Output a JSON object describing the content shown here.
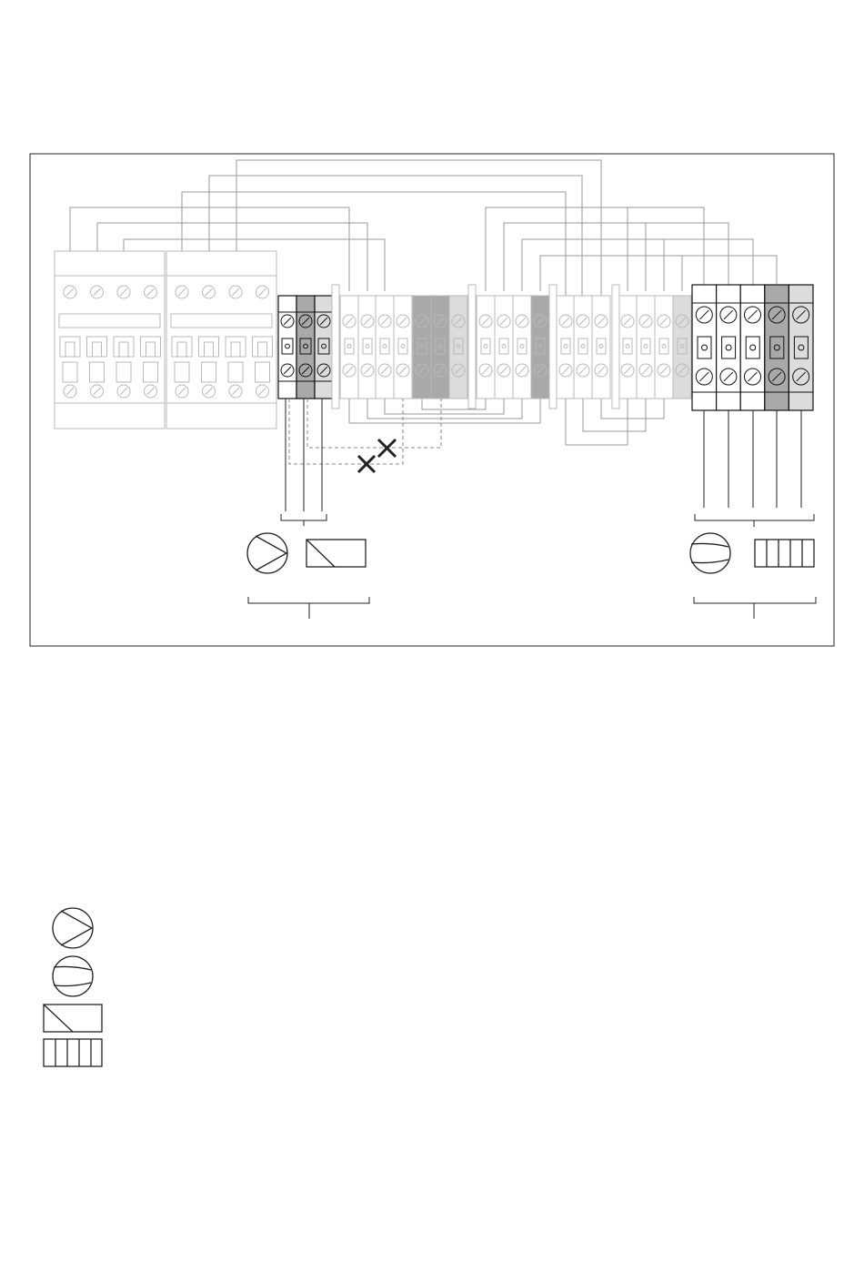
{
  "colors": {
    "frame": "#222222",
    "wire": "#9a9a9a",
    "terminal_grey_dark": "#a9a9a9",
    "terminal_grey_light": "#dcdcdc",
    "faint_outline": "#b9b9b9"
  },
  "components": {
    "contactors": {
      "count": 2,
      "poles_each": 4
    },
    "terminal_block_left": {
      "count": 3,
      "shades": [
        "white",
        "dark",
        "light"
      ]
    },
    "terminal_rail": {
      "count": 19
    },
    "terminal_block_right": {
      "count": 5,
      "shades": [
        "white",
        "white",
        "white",
        "dark",
        "light"
      ]
    }
  },
  "symbols": {
    "pump_a": "pump-icon",
    "pump_b": "pump-alt-icon",
    "valve": "valve-icon",
    "heater": "heater-icon"
  },
  "legend": {
    "items": [
      "pump-icon",
      "pump-alt-icon",
      "valve-icon",
      "heater-icon"
    ]
  }
}
